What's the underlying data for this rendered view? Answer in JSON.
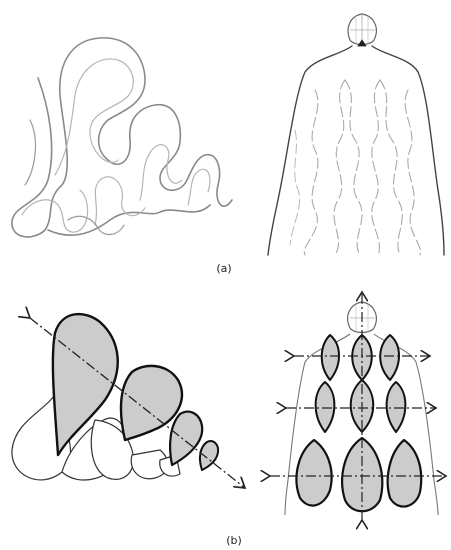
{
  "figure": {
    "panels": [
      {
        "id": "a",
        "caption": "(a)"
      },
      {
        "id": "b",
        "caption": "(b)"
      }
    ],
    "colors": {
      "stroke_dark": "#222222",
      "stroke_light": "#888888",
      "stroke_faint": "#b8b8b8",
      "fill_gray": "#cccccc",
      "background": "#ffffff"
    }
  }
}
